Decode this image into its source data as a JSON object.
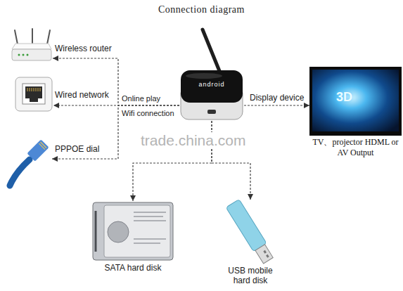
{
  "diagram": {
    "title": "Connection diagram",
    "nodes": [
      {
        "text": [
          "Wireless router"
        ]
      },
      {
        "text": [
          "Wired network"
        ]
      },
      {
        "text": [
          "PPPOE dial"
        ]
      },
      {
        "text": [
          "android"
        ]
      },
      {
        "text": [
          "TV、projector HDML or AV Output"
        ]
      },
      {
        "text": [
          "SATA hard disk"
        ]
      },
      {
        "text": [
          "USB mobile hard disk"
        ]
      }
    ],
    "edges": [
      {
        "from": 3,
        "to": 0,
        "arrow": "to"
      },
      {
        "from": 3,
        "to": 1,
        "label": "Online play",
        "arrow": "to"
      },
      {
        "from": 3,
        "to": 2,
        "arrow": "to"
      },
      {
        "from": 3,
        "to": 4,
        "label": "Display device",
        "arrow": "to"
      },
      {
        "from": 3,
        "to": 5,
        "arrow": "to"
      },
      {
        "from": 3,
        "to": 6,
        "arrow": "to"
      }
    ],
    "labels": [
      "Wifi connection",
      "3D",
      "trade.china.com"
    ]
  }
}
